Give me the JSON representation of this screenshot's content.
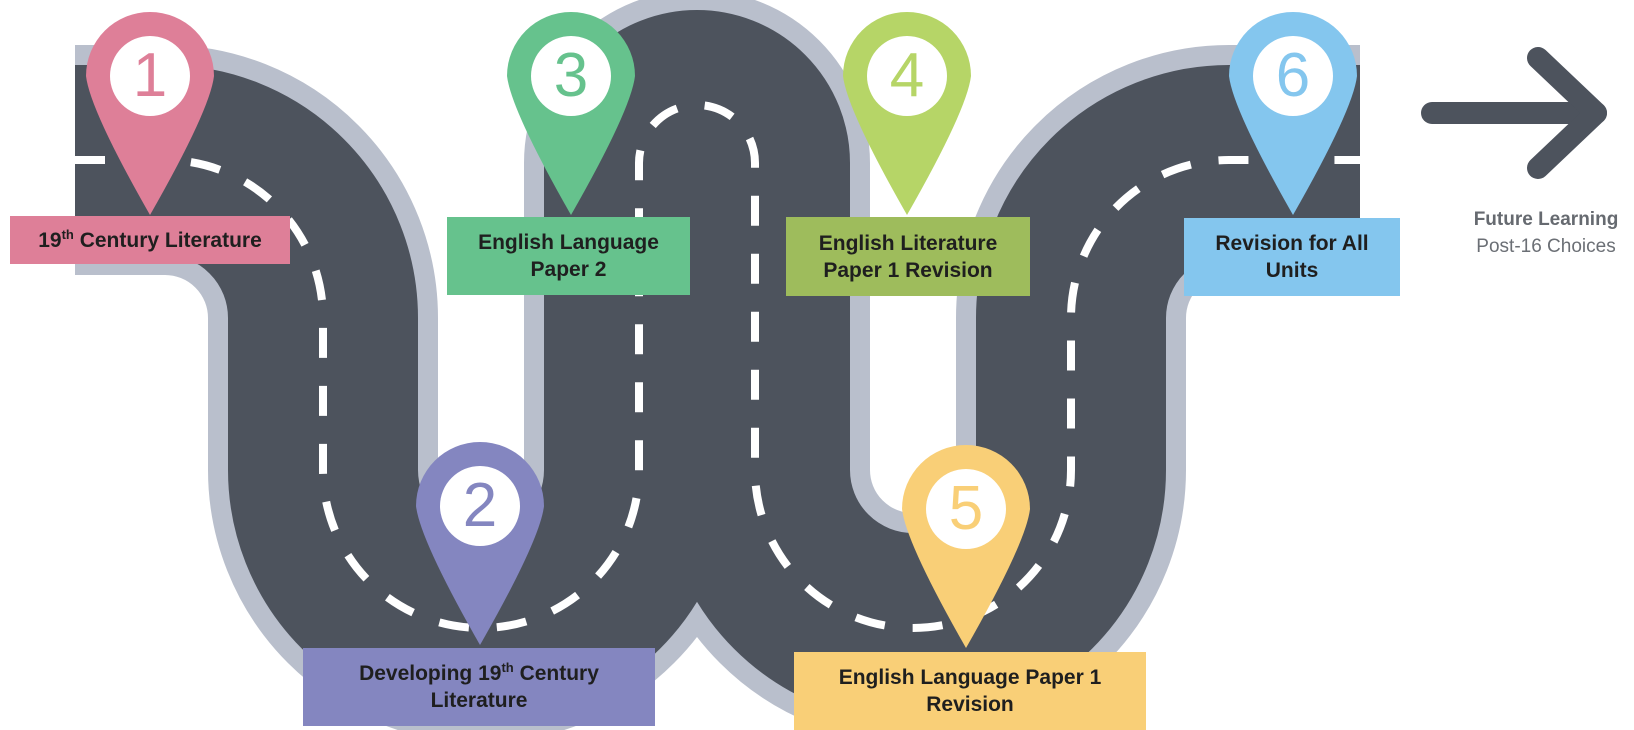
{
  "colors": {
    "road": "#4d535d",
    "road_edge": "#b9bfcc",
    "lane_marking": "#ffffff",
    "arrow": "#4d535d"
  },
  "pins": [
    {
      "number": "1",
      "color": "#de7f98"
    },
    {
      "number": "2",
      "color": "#8486c0"
    },
    {
      "number": "3",
      "color": "#66c28d"
    },
    {
      "number": "4",
      "color": "#b6d567"
    },
    {
      "number": "5",
      "color": "#f9cf77"
    },
    {
      "number": "6",
      "color": "#84c6ee"
    }
  ],
  "labels": [
    {
      "pre": "19",
      "sup": "th",
      "post": " Century Literature",
      "color": "#de7f98"
    },
    {
      "pre": "Developing 19",
      "sup": "th",
      "post": " Century Literature",
      "color": "#8486c0"
    },
    {
      "pre": "English Language Paper 2",
      "sup": "",
      "post": "",
      "color": "#66c28d"
    },
    {
      "pre": "English Literature Paper 1 Revision",
      "sup": "",
      "post": "",
      "color": "#9ebc5c"
    },
    {
      "pre": "English Language Paper 1 Revision",
      "sup": "",
      "post": "",
      "color": "#f9cf77"
    },
    {
      "pre": "Revision for All Units",
      "sup": "",
      "post": "",
      "color": "#84c6ee"
    }
  ],
  "future": {
    "title": "Future Learning",
    "subtitle": "Post-16 Choices"
  }
}
